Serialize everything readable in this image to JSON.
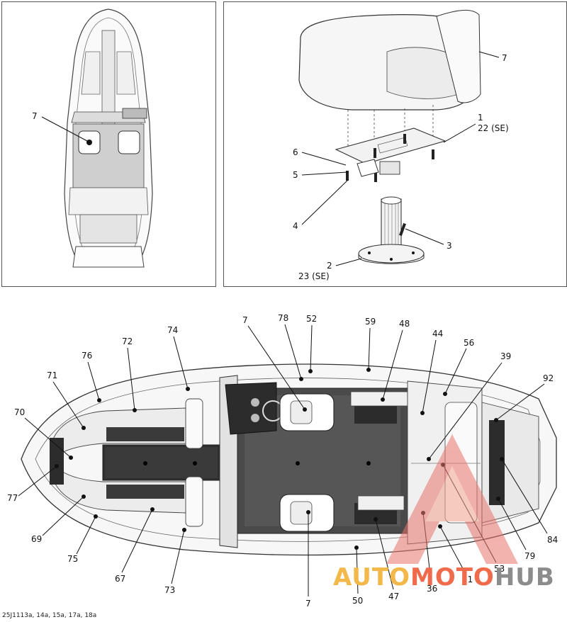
{
  "overview": {
    "callouts": [
      {
        "text": "7"
      }
    ]
  },
  "seat_detail": {
    "callouts": [
      {
        "text": "7"
      },
      {
        "text": "1"
      },
      {
        "text": "22 (SE)"
      },
      {
        "text": "6"
      },
      {
        "text": "5"
      },
      {
        "text": "4"
      },
      {
        "text": "3"
      },
      {
        "text": "2"
      },
      {
        "text": "23 (SE)"
      }
    ]
  },
  "main_view": {
    "callouts": [
      {
        "text": "7"
      },
      {
        "text": "78"
      },
      {
        "text": "52"
      },
      {
        "text": "59"
      },
      {
        "text": "48"
      },
      {
        "text": "44"
      },
      {
        "text": "56"
      },
      {
        "text": "39"
      },
      {
        "text": "92"
      },
      {
        "text": "74"
      },
      {
        "text": "72"
      },
      {
        "text": "76"
      },
      {
        "text": "71"
      },
      {
        "text": "70"
      },
      {
        "text": "77"
      },
      {
        "text": "69"
      },
      {
        "text": "75"
      },
      {
        "text": "67"
      },
      {
        "text": "73"
      },
      {
        "text": "7"
      },
      {
        "text": "50"
      },
      {
        "text": "47"
      },
      {
        "text": "36"
      },
      {
        "text": "51"
      },
      {
        "text": "53"
      },
      {
        "text": "79"
      },
      {
        "text": "84"
      }
    ]
  },
  "source_ref": "25J1113a, 14a, 15a, 17a, 18a",
  "watermark": {
    "part1": "AUTO",
    "part2": "MOTO",
    "part3": "HUB"
  }
}
